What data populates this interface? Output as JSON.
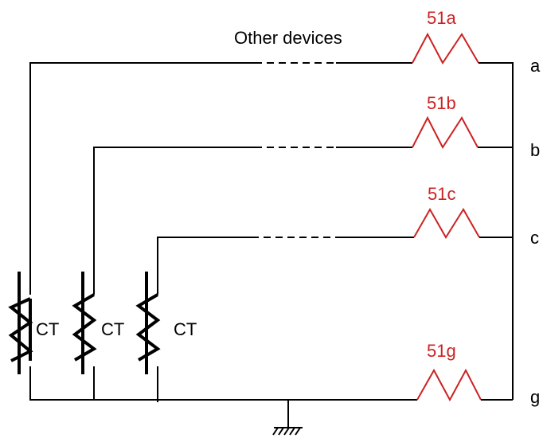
{
  "diagram": {
    "note": "Other devices",
    "ct_label": "CT",
    "relays": [
      {
        "label": "51a",
        "terminal": "a"
      },
      {
        "label": "51b",
        "terminal": "b"
      },
      {
        "label": "51c",
        "terminal": "c"
      },
      {
        "label": "51g",
        "terminal": "g"
      }
    ],
    "colors": {
      "wire": "#000000",
      "relay": "#cc2222"
    }
  }
}
